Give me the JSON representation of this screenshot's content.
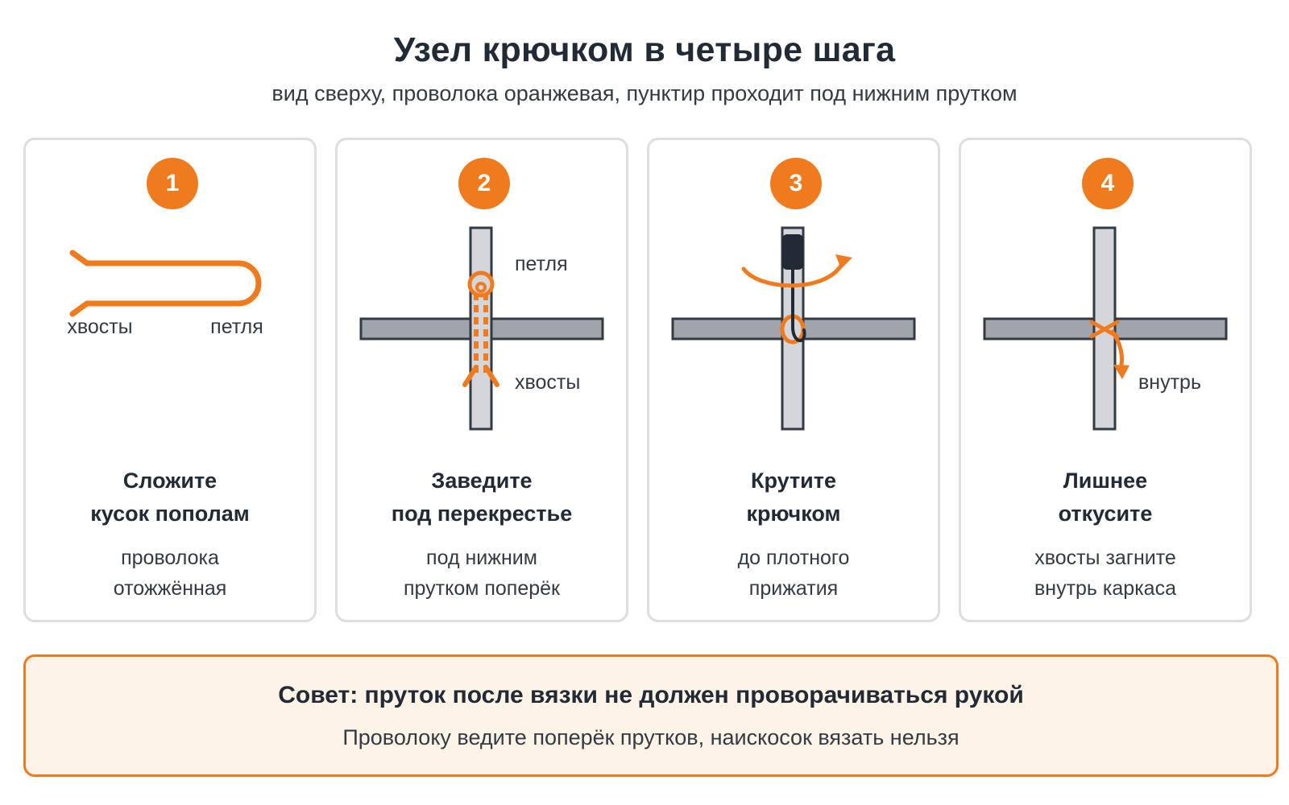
{
  "header": {
    "title": "Узел крючком в четыре шага",
    "subtitle": "вид сверху, проволока оранжевая, пунктир проходит под нижним прутком"
  },
  "colors": {
    "accent": "#f07a1e",
    "rod_fill": "#a0a4ab",
    "rod_vertical_fill": "#d4d6da",
    "rod_stroke": "#333a44",
    "hook": "#222a35",
    "tip_background": "#fdf3e6"
  },
  "steps": [
    {
      "number": "1",
      "heading": "Сложите\nкусок пополам",
      "description": "проволока\nотожжённая",
      "labels": {
        "tails": "хвосты",
        "loop": "петля"
      }
    },
    {
      "number": "2",
      "heading": "Заведите\nпод перекрестье",
      "description": "под нижним\nпрутком поперёк",
      "labels": {
        "loop": "петля",
        "tails": "хвосты"
      }
    },
    {
      "number": "3",
      "heading": "Крутите\nкрючком",
      "description": "до плотного\nприжатия"
    },
    {
      "number": "4",
      "heading": "Лишнее\nоткусите",
      "description": "хвосты загните\nвнутрь каркаса",
      "labels": {
        "inside": "внутрь"
      }
    }
  ],
  "tip": {
    "title": "Совет: пруток после вязки не должен проворачиваться рукой",
    "text": "Проволоку ведите поперёк прутков, наискосок вязать нельзя"
  }
}
